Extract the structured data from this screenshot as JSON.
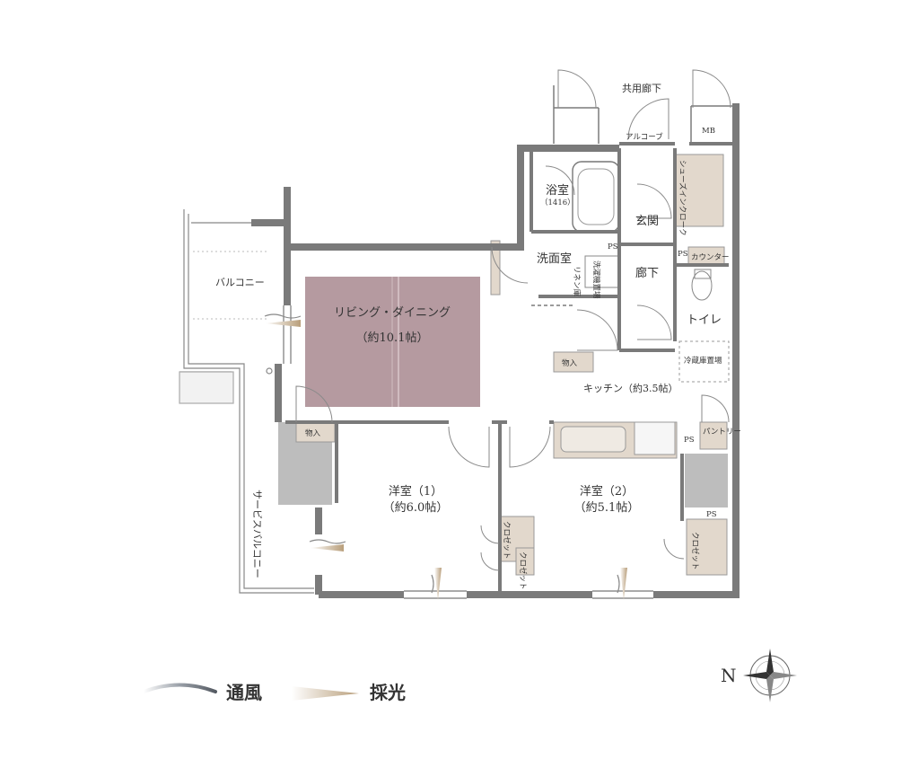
{
  "rooms": {
    "living": {
      "name": "リビング・ダイニング",
      "size": "（約10.1帖）"
    },
    "kitchen": "キッチン（約3.5帖）",
    "bath": {
      "name": "浴室",
      "size": "（1416）"
    },
    "washroom": "洗面室",
    "linen": "リネン庫",
    "washer": "洗濯機置場",
    "entrance": "玄関",
    "shoe_closet": "シューズインクローク",
    "hallway": "廊下",
    "toilet": "トイレ",
    "counter": "カウンター",
    "fridge": "冷蔵庫置場",
    "pantry": "パントリー",
    "storage_kitchen": "物入",
    "storage_living": "物入",
    "bedroom1": {
      "name": "洋室（1）",
      "size": "（約6.0帖）"
    },
    "bedroom2": {
      "name": "洋室（2）",
      "size": "（約5.1帖）"
    },
    "closet1": "クロゼット",
    "closet1b": "クロゼット",
    "closet2": "クロゼット",
    "balcony": "バルコニー",
    "service_balcony": "サービスバルコニー",
    "shared_corridor": "共用廊下",
    "alcove": "アルコーブ",
    "mb": "MB",
    "ps": "PS"
  },
  "legend": {
    "ventilation": "通風",
    "daylight": "採光"
  },
  "compass": {
    "north": "N"
  },
  "colors": {
    "wall": "#7a7a7a",
    "living_floor": "#b59aa0",
    "storage_fill": "#e2d8cc",
    "shaft_fill": "#bdbdbd",
    "daylight_arrow": "#c9b49a"
  }
}
